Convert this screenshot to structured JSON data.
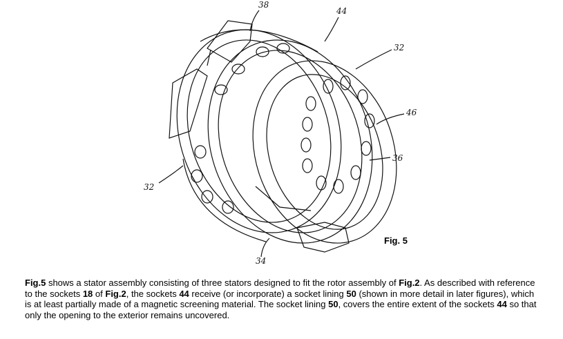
{
  "figure": {
    "caption": "Fig. 5",
    "refs": {
      "r38": "38",
      "r44": "44",
      "r32a": "32",
      "r46": "46",
      "r36": "36",
      "r32b": "32",
      "r34": "34"
    }
  },
  "paragraph": {
    "p1_bold": "Fig.5",
    "p2": " shows a stator assembly consisting of three stators designed to fit the rotor assembly of ",
    "p3_bold": "Fig.2",
    "p4": ".  As described with reference to the sockets ",
    "p5_bold": "18",
    "p6": " of ",
    "p7_bold": "Fig.2",
    "p8": ", the sockets ",
    "p9_bold": "44",
    "p10": " receive (or incorporate) a socket lining ",
    "p11_bold": "50",
    "p12": " (shown in more detail in later figures), which is at least partially made of a magnetic screening material.  The socket lining ",
    "p13_bold": "50",
    "p14": ", covers the entire extent of the sockets ",
    "p15_bold": "44",
    "p16": " so that only the opening to the exterior remains uncovered."
  }
}
